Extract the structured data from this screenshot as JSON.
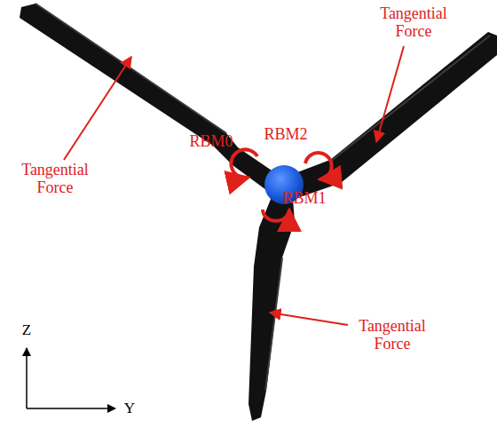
{
  "diagram": {
    "labels": [
      "Tangential Force",
      "Tangential Force",
      "RBM0",
      "RBM2",
      "RBM1",
      "Tangential Force",
      "Z",
      "Y"
    ]
  }
}
